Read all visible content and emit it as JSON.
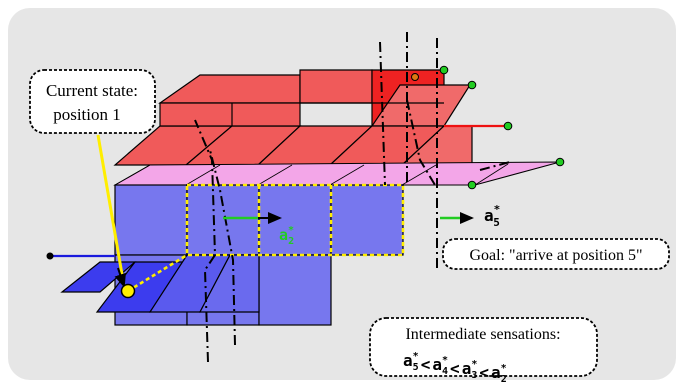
{
  "callouts": {
    "current_state_line1": "Current state:",
    "current_state_line2": "position 1",
    "goal": "Goal: \"arrive at position 5\"",
    "intermediate_title": "Intermediate sensations:"
  },
  "labels": {
    "a5_base": "a",
    "a5_sub": "5",
    "a2_base": "a",
    "a2_sub": "2",
    "star": "*",
    "inequality": [
      {
        "base": "a",
        "sub": "5"
      },
      {
        "op": "<"
      },
      {
        "base": "a",
        "sub": "4"
      },
      {
        "op": "<"
      },
      {
        "base": "a",
        "sub": "3"
      },
      {
        "op": "<"
      },
      {
        "base": "a",
        "sub": "2"
      }
    ]
  },
  "colors": {
    "background": "#e6e6e6",
    "red_plane": "#f05a5a",
    "red_dark": "#ee2222",
    "pink_plane": "#f3a6e8",
    "blue_plane": "#7777ee",
    "blue_dark": "#3c3cee",
    "accent_green": "#22cc22",
    "current_marker": "#ffee00",
    "path_yellow": "#ffee00",
    "red_axis": "#ee1111",
    "blue_axis": "#1a1add"
  }
}
